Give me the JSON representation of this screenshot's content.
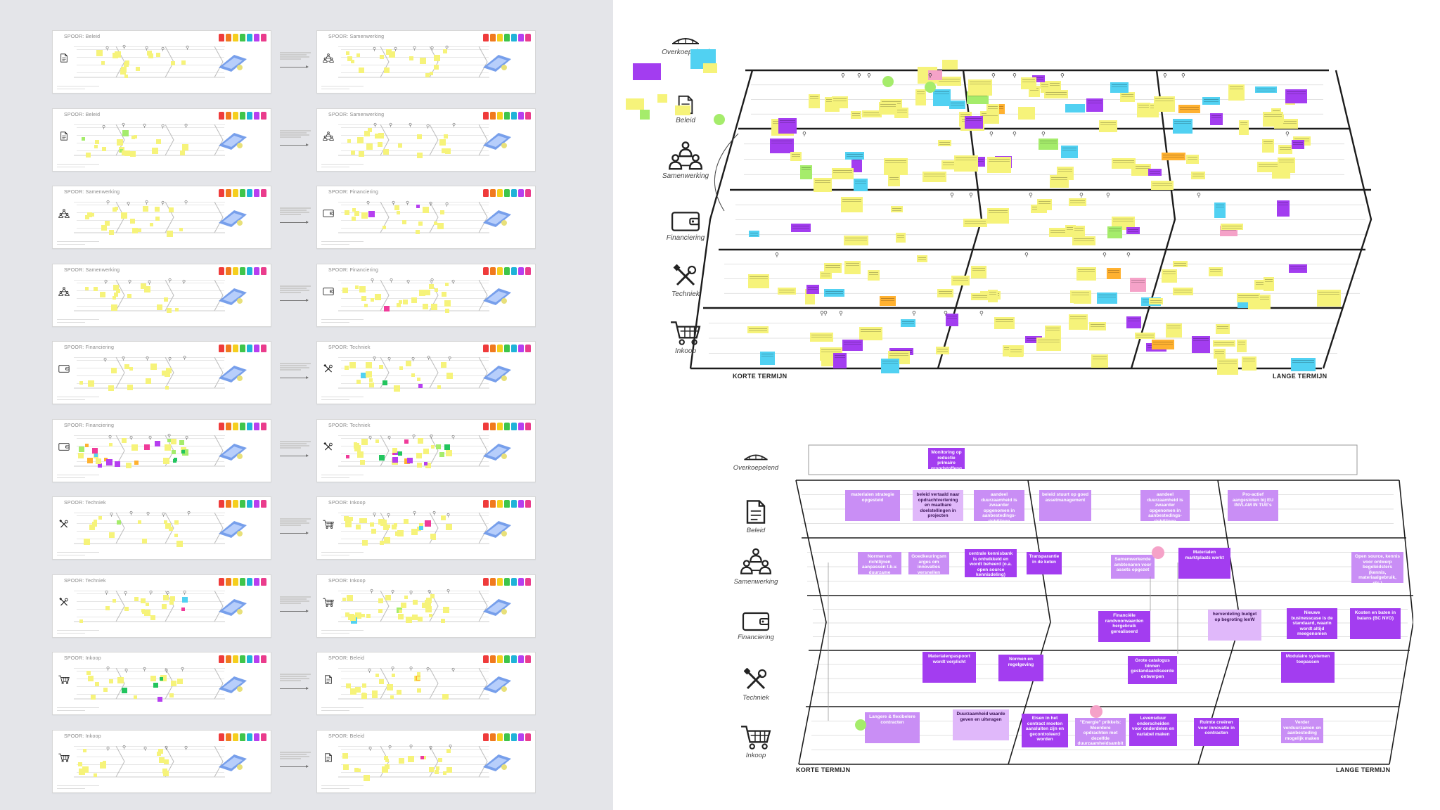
{
  "colors": {
    "left_bg": "#e4e5e9",
    "sticky_purple": "#a33df0",
    "sticky_yellow": "#f6f37a",
    "sticky_cyan": "#51d1f2",
    "sticky_green": "#a5ec6b",
    "frame_line": "#1c1c1c"
  },
  "overview": {
    "boards": [
      {
        "title": "SPOOR: Beleid",
        "icon": "document-icon"
      },
      {
        "title": "SPOOR: Samenwerking",
        "icon": "people-icon"
      },
      {
        "title": "SPOOR: Beleid",
        "icon": "document-icon"
      },
      {
        "title": "SPOOR: Samenwerking",
        "icon": "people-icon"
      },
      {
        "title": "SPOOR: Samenwerking",
        "icon": "people-icon"
      },
      {
        "title": "SPOOR: Financiering",
        "icon": "wallet-icon"
      },
      {
        "title": "SPOOR: Samenwerking",
        "icon": "people-icon"
      },
      {
        "title": "SPOOR: Financiering",
        "icon": "wallet-icon"
      },
      {
        "title": "SPOOR: Financiering",
        "icon": "wallet-icon"
      },
      {
        "title": "SPOOR: Techniek",
        "icon": "tools-icon"
      },
      {
        "title": "SPOOR: Financiering",
        "icon": "wallet-icon"
      },
      {
        "title": "SPOOR: Techniek",
        "icon": "tools-icon"
      },
      {
        "title": "SPOOR: Techniek",
        "icon": "tools-icon"
      },
      {
        "title": "SPOOR: Inkoop",
        "icon": "cart-icon"
      },
      {
        "title": "SPOOR: Techniek",
        "icon": "tools-icon"
      },
      {
        "title": "SPOOR: Inkoop",
        "icon": "cart-icon"
      },
      {
        "title": "SPOOR: Inkoop",
        "icon": "cart-icon"
      },
      {
        "title": "SPOOR: Beleid",
        "icon": "document-icon"
      },
      {
        "title": "SPOOR: Inkoop",
        "icon": "cart-icon"
      },
      {
        "title": "SPOOR: Beleid",
        "icon": "document-icon"
      }
    ],
    "swatch_colors": [
      "#ef3b3b",
      "#f07a1e",
      "#f5cf1e",
      "#3ec54b",
      "#1fb3d8",
      "#b63ff0",
      "#ea3c8c"
    ]
  },
  "top_board": {
    "lanes": [
      {
        "label": "Overkoepelend",
        "icon": "bridge-icon"
      },
      {
        "label": "Beleid",
        "icon": "document-icon"
      },
      {
        "label": "Samenwerking",
        "icon": "people-icon"
      },
      {
        "label": "Financiering",
        "icon": "wallet-icon"
      },
      {
        "label": "Techniek",
        "icon": "tools-icon"
      },
      {
        "label": "Inkoop",
        "icon": "cart-icon"
      }
    ],
    "axis_left": "KORTE TERMIJN",
    "axis_right": "LANGE TERMIJN"
  },
  "bottom_board": {
    "lanes": [
      {
        "label": "Overkoepelend",
        "icon": "bridge-icon"
      },
      {
        "label": "Beleid",
        "icon": "document-icon"
      },
      {
        "label": "Samenwerking",
        "icon": "people-icon"
      },
      {
        "label": "Financiering",
        "icon": "wallet-icon"
      },
      {
        "label": "Techniek",
        "icon": "tools-icon"
      },
      {
        "label": "Inkoop",
        "icon": "cart-icon"
      }
    ],
    "axis_left": "KORTE TERMIJN",
    "axis_right": "LANGE TERMIJN",
    "notes": [
      {
        "text": "Monitoring op reductie primaire grondstoffengebruik (in procenten)",
        "color": "purple"
      },
      {
        "text": "materialen strategie opgesteld",
        "color": "lilac"
      },
      {
        "text": "beleid vertaald naar opdrachtverlening en maatbare doelstellingen in projecten",
        "color": "pale"
      },
      {
        "text": "aandeel duurzaamheid is zwaarder opgenomen in aanbestedings-richtlijnen",
        "color": "lilac"
      },
      {
        "text": "beleid stuurt op goed assetmanagement",
        "color": "lilac"
      },
      {
        "text": "aandeel duurzaamheid is zwaarder opgenomen in aanbestedings-richtlijnen",
        "color": "lilac"
      },
      {
        "text": "Pro-actief aangesloten bij EU INVLAM IN TUE's",
        "color": "lilac"
      },
      {
        "text": "Normen en richtlijnen aanpassen t.b.v. duurzame innovatie",
        "color": "lilac"
      },
      {
        "text": "Goedkeuringsmarges om innovaties versnellen",
        "color": "lilac"
      },
      {
        "text": "centrale kennisbank is ontwikkeld en wordt beheerd (o.a. open source kennisdeling)",
        "color": "purple"
      },
      {
        "text": "Transparantie in de keten",
        "color": "purple"
      },
      {
        "text": "Samenwerkende ambtenaren voor assets opgezet",
        "color": "lilac"
      },
      {
        "text": "Materialen marktplaats werkt",
        "color": "purple"
      },
      {
        "text": "Open source, kennis voor ontwerp begeleidsters (kennis, materiaalgebruik, etc.)",
        "color": "lilac"
      },
      {
        "text": "Financiële randvoorwaarden hergebruik gerealiseerd",
        "color": "purple"
      },
      {
        "text": "herverdeling budget op begroting IenW",
        "color": "pale"
      },
      {
        "text": "Nieuwe businesscase is de standaard, waarin wordt altijd meegenomen",
        "color": "purple"
      },
      {
        "text": "Kosten en baten in balans (BC NVO)",
        "color": "purple"
      },
      {
        "text": "Materialenpaspoort wordt verplicht",
        "color": "purple"
      },
      {
        "text": "Normen en regelgeving",
        "color": "purple"
      },
      {
        "text": "Grote catalogus binnen gestandaardiseerde ontwerpen",
        "color": "purple"
      },
      {
        "text": "Modulaire systemen toepassen",
        "color": "purple"
      },
      {
        "text": "Langere & flexibelere contracten",
        "color": "lilac"
      },
      {
        "text": "Duurzaamheid waarde geven en uitvragen",
        "color": "pale"
      },
      {
        "text": "Eisen in het contract moeten aansluiten zijn en gecontroleerd worden",
        "color": "purple"
      },
      {
        "text": "\"Energie\" prikkels: Meerdere opdrachten met dezelfde duurzaamheidsambitie",
        "color": "lilac"
      },
      {
        "text": "Levensduur onderscheiden voor onderdelen en variabel maken",
        "color": "purple"
      },
      {
        "text": "Ruimte creëren voor innovatie in contracten",
        "color": "purple"
      },
      {
        "text": "Verder verduurzamen en aanbesteding mogelijk maken",
        "color": "lilac"
      }
    ]
  }
}
